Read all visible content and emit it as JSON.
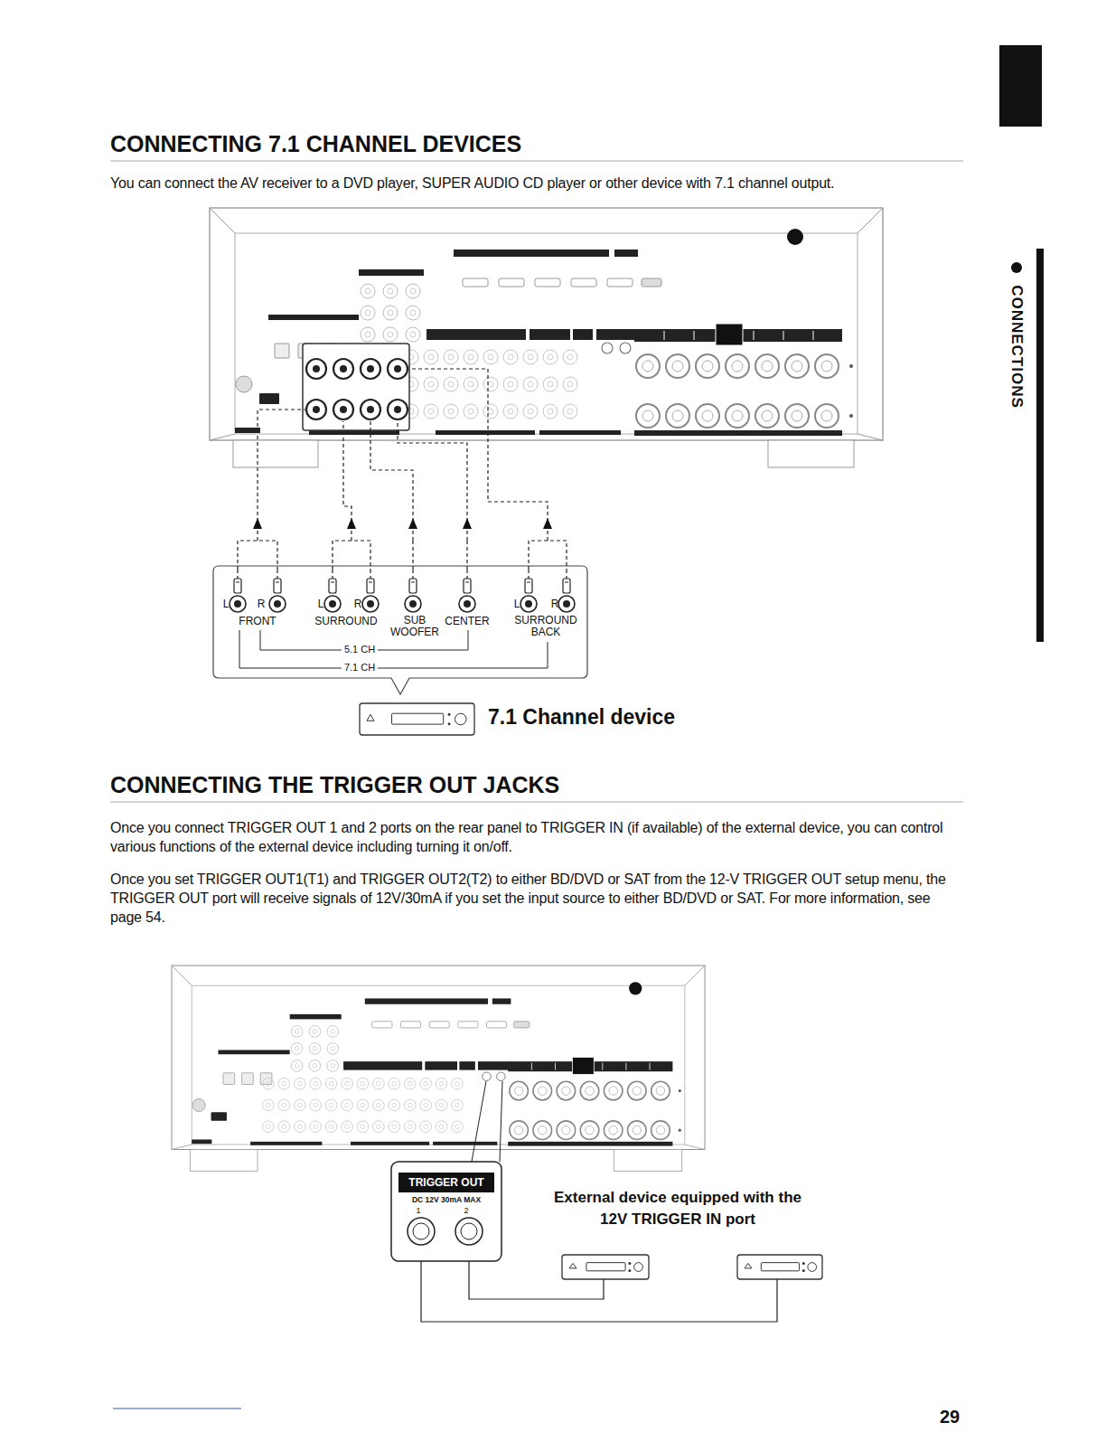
{
  "diagram": {
    "title": "CONNECTING 7.1 CHANNEL DEVICES",
    "nodes": [
      {
        "text": [
          "5.1 CH",
          "7.1 CH"
        ]
      },
      {
        "text": [
          "L",
          "R",
          "FRONT"
        ],
        "in": 0
      },
      {
        "text": [
          "L",
          "R",
          "SURROUND"
        ],
        "in": 0
      },
      {
        "text": [
          "SUB WOOFER"
        ],
        "in": 0
      },
      {
        "text": [
          "CENTER"
        ],
        "in": 0
      },
      {
        "text": [
          "L",
          "R",
          "SURROUND BACK"
        ],
        "in": 0
      },
      {
        "text": [
          "TRIGGER OUT",
          "DC 12V 30mA MAX",
          "1",
          "2"
        ]
      }
    ],
    "labels": [
      "You can connect the AV receiver to a DVD player, SUPER AUDIO CD player or other device with 7.1 channel output.",
      "7.1 Channel device",
      "CONNECTING THE TRIGGER OUT JACKS",
      "Once you connect TRIGGER OUT 1 and 2 ports on the rear panel to TRIGGER IN (if available) of the external device, you can control various functions of the external device including turning it on/off.",
      "Once you set TRIGGER OUT1(T1) and TRIGGER OUT2(T2) to either BD/DVD or SAT from the 12-V TRIGGER OUT setup menu, the TRIGGER OUT port will receive signals of 12V/30mA if you set the input source to either BD/DVD or SAT. For more information, see page 54.",
      "External device equipped with the 12V TRIGGER IN port",
      "CONNECTIONS",
      "29"
    ]
  }
}
